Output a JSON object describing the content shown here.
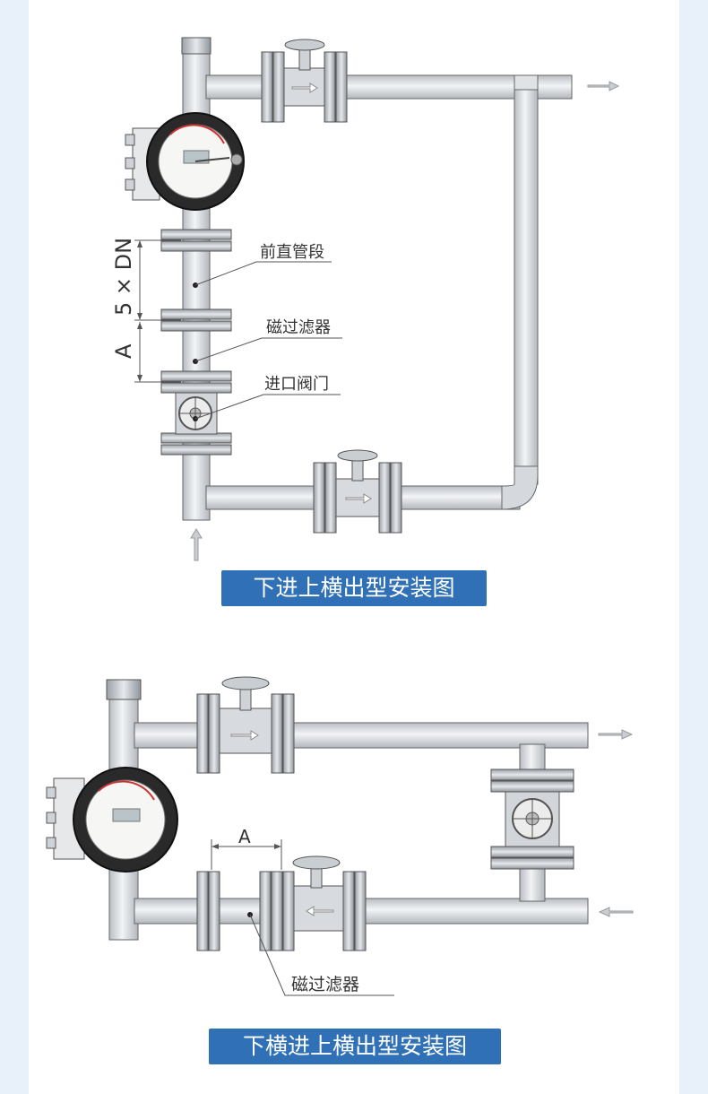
{
  "diagram1": {
    "caption": "下进上横出型安装图",
    "labels": {
      "straight_pipe": "前直管段",
      "magnetic_filter": "磁过滤器",
      "inlet_valve": "进口阀门",
      "dim_5dn": "5 × DN",
      "dim_a": "A"
    }
  },
  "diagram2": {
    "caption": "下横进上横出型安装图",
    "labels": {
      "magnetic_filter": "磁过滤器",
      "dim_a": "A"
    }
  },
  "colors": {
    "caption_bg": "#2f70b6",
    "page_bg": "#e8f1fa",
    "pipe": "#d9dde1",
    "outline": "#555555"
  }
}
